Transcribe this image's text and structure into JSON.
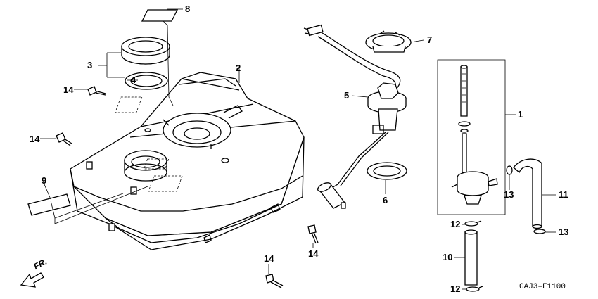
{
  "callouts": {
    "p1": "1",
    "p2": "2",
    "p3": "3",
    "p4": "4",
    "p5": "5",
    "p6": "6",
    "p7": "7",
    "p8": "8",
    "p9": "9",
    "p10": "10",
    "p11": "11",
    "p12a": "12",
    "p12b": "12",
    "p13a": "13",
    "p13b": "13",
    "p14a": "14",
    "p14b": "14",
    "p14c": "14",
    "p14d": "14"
  },
  "front_label": "FR.",
  "figure_code": "GAJ3–F1100"
}
